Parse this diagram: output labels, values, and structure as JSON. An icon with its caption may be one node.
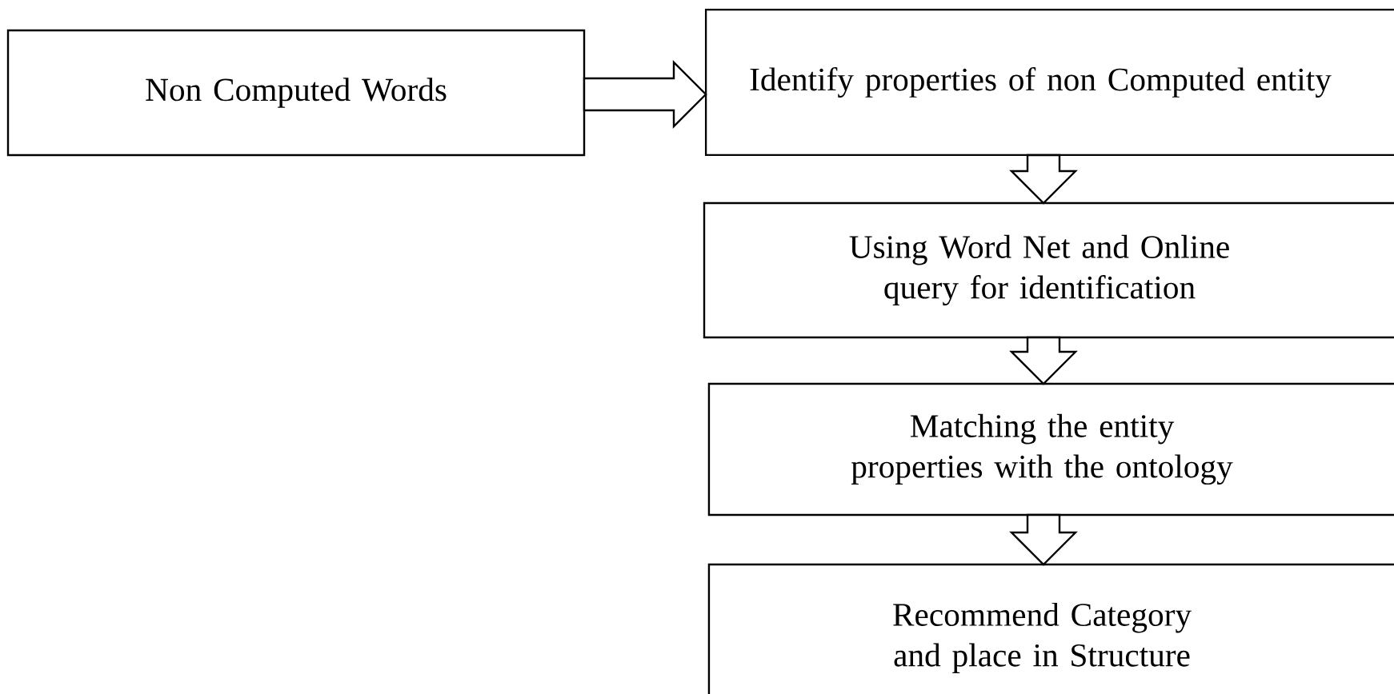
{
  "diagram": {
    "nodes": [
      {
        "text": [
          "Non Computed Words"
        ]
      },
      {
        "text": [
          "Identify properties of non Computed entity"
        ]
      },
      {
        "text": [
          "Using Word Net and Online query for identification"
        ]
      },
      {
        "text": [
          "Matching the entity properties with the ontology"
        ]
      },
      {
        "text": [
          "Recommend Category and place in Structure"
        ]
      }
    ],
    "edges": [
      {
        "from": 0,
        "to": 1,
        "arrow": "to"
      },
      {
        "from": 1,
        "to": 2,
        "arrow": "to"
      },
      {
        "from": 2,
        "to": 3,
        "arrow": "to"
      },
      {
        "from": 3,
        "to": 4,
        "arrow": "to"
      }
    ]
  }
}
